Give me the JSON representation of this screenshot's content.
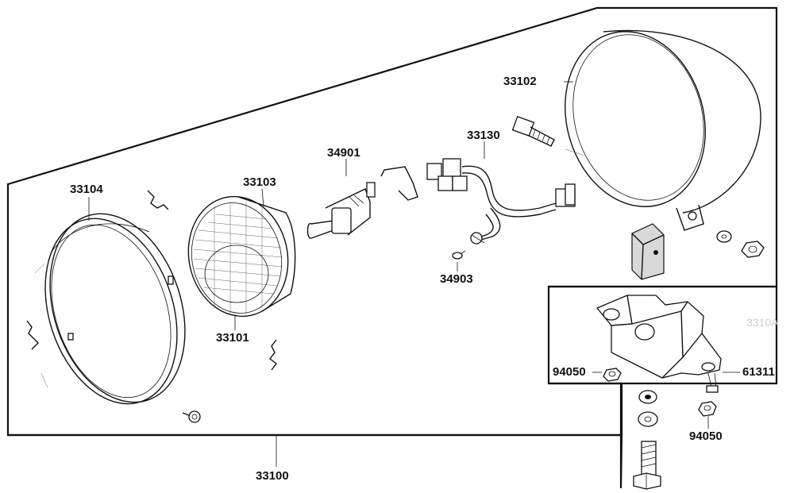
{
  "diagram": {
    "part_numbers": {
      "headlight_assembly": "33100",
      "headlight_housing": "33102",
      "headlight_rim": "33104",
      "reflector_lens": "33103",
      "lens_unit": "33101",
      "headlight_bulb": "34901",
      "position_bulb": "34903",
      "wiring_harness": "33130",
      "bracket_nut_left": "94050",
      "bracket_nut_right": "94050",
      "bracket": "61311"
    },
    "faint_label": "3310A"
  }
}
